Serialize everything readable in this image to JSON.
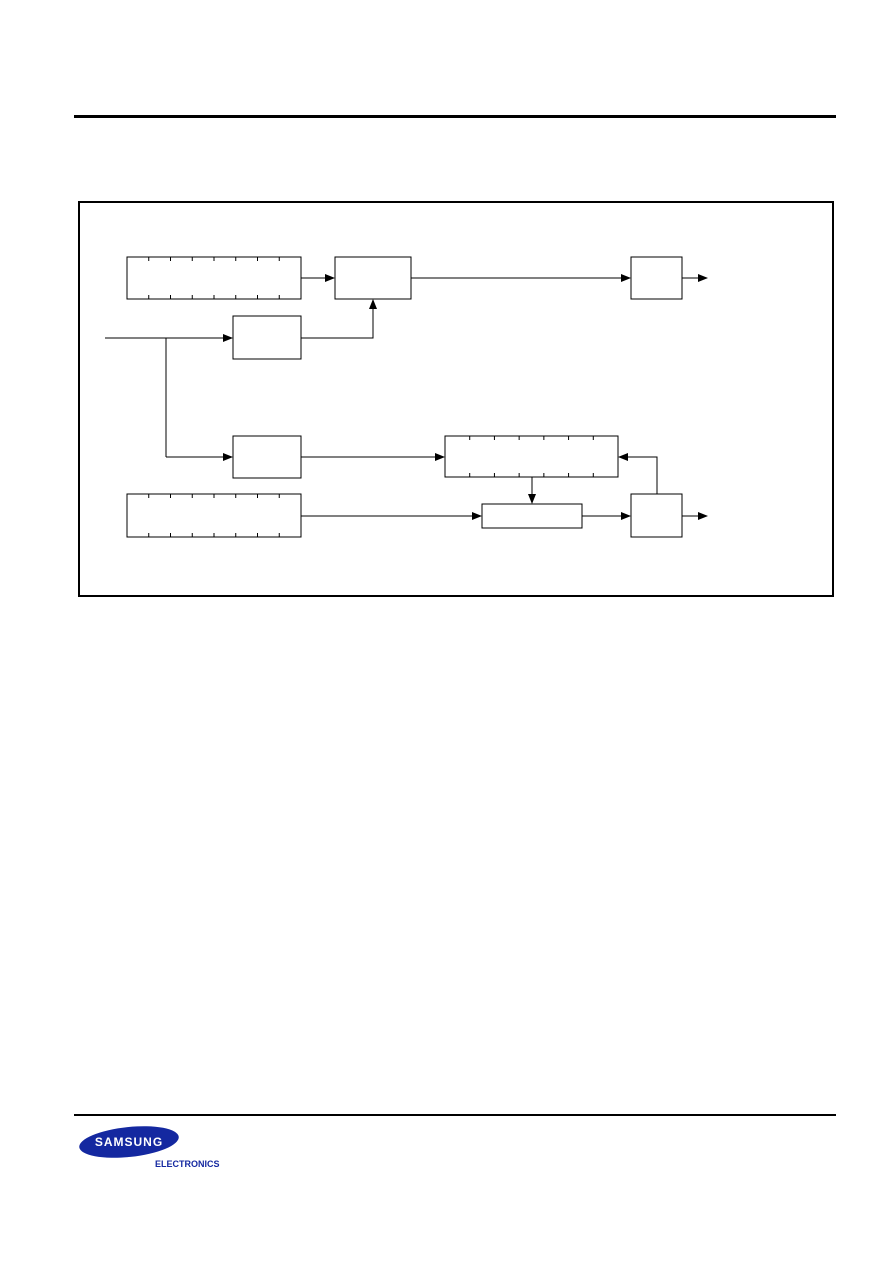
{
  "brand": {
    "name": "SAMSUNG",
    "sub": "ELECTRONICS",
    "color": "#1428a0",
    "text_color": "#ffffff"
  },
  "diagram": {
    "frame_color": "#000000",
    "blocks": [
      {
        "id": "reg-a",
        "kind": "register",
        "label": "",
        "bits": 8
      },
      {
        "id": "block-b",
        "kind": "block",
        "label": ""
      },
      {
        "id": "block-c",
        "kind": "block",
        "label": ""
      },
      {
        "id": "block-d",
        "kind": "block",
        "label": ""
      },
      {
        "id": "block-e",
        "kind": "block",
        "label": ""
      },
      {
        "id": "reg-f",
        "kind": "register",
        "label": "",
        "bits": 7
      },
      {
        "id": "reg-g",
        "kind": "register",
        "label": "",
        "bits": 8
      },
      {
        "id": "block-h",
        "kind": "block",
        "label": ""
      },
      {
        "id": "block-i",
        "kind": "block",
        "label": ""
      }
    ]
  }
}
